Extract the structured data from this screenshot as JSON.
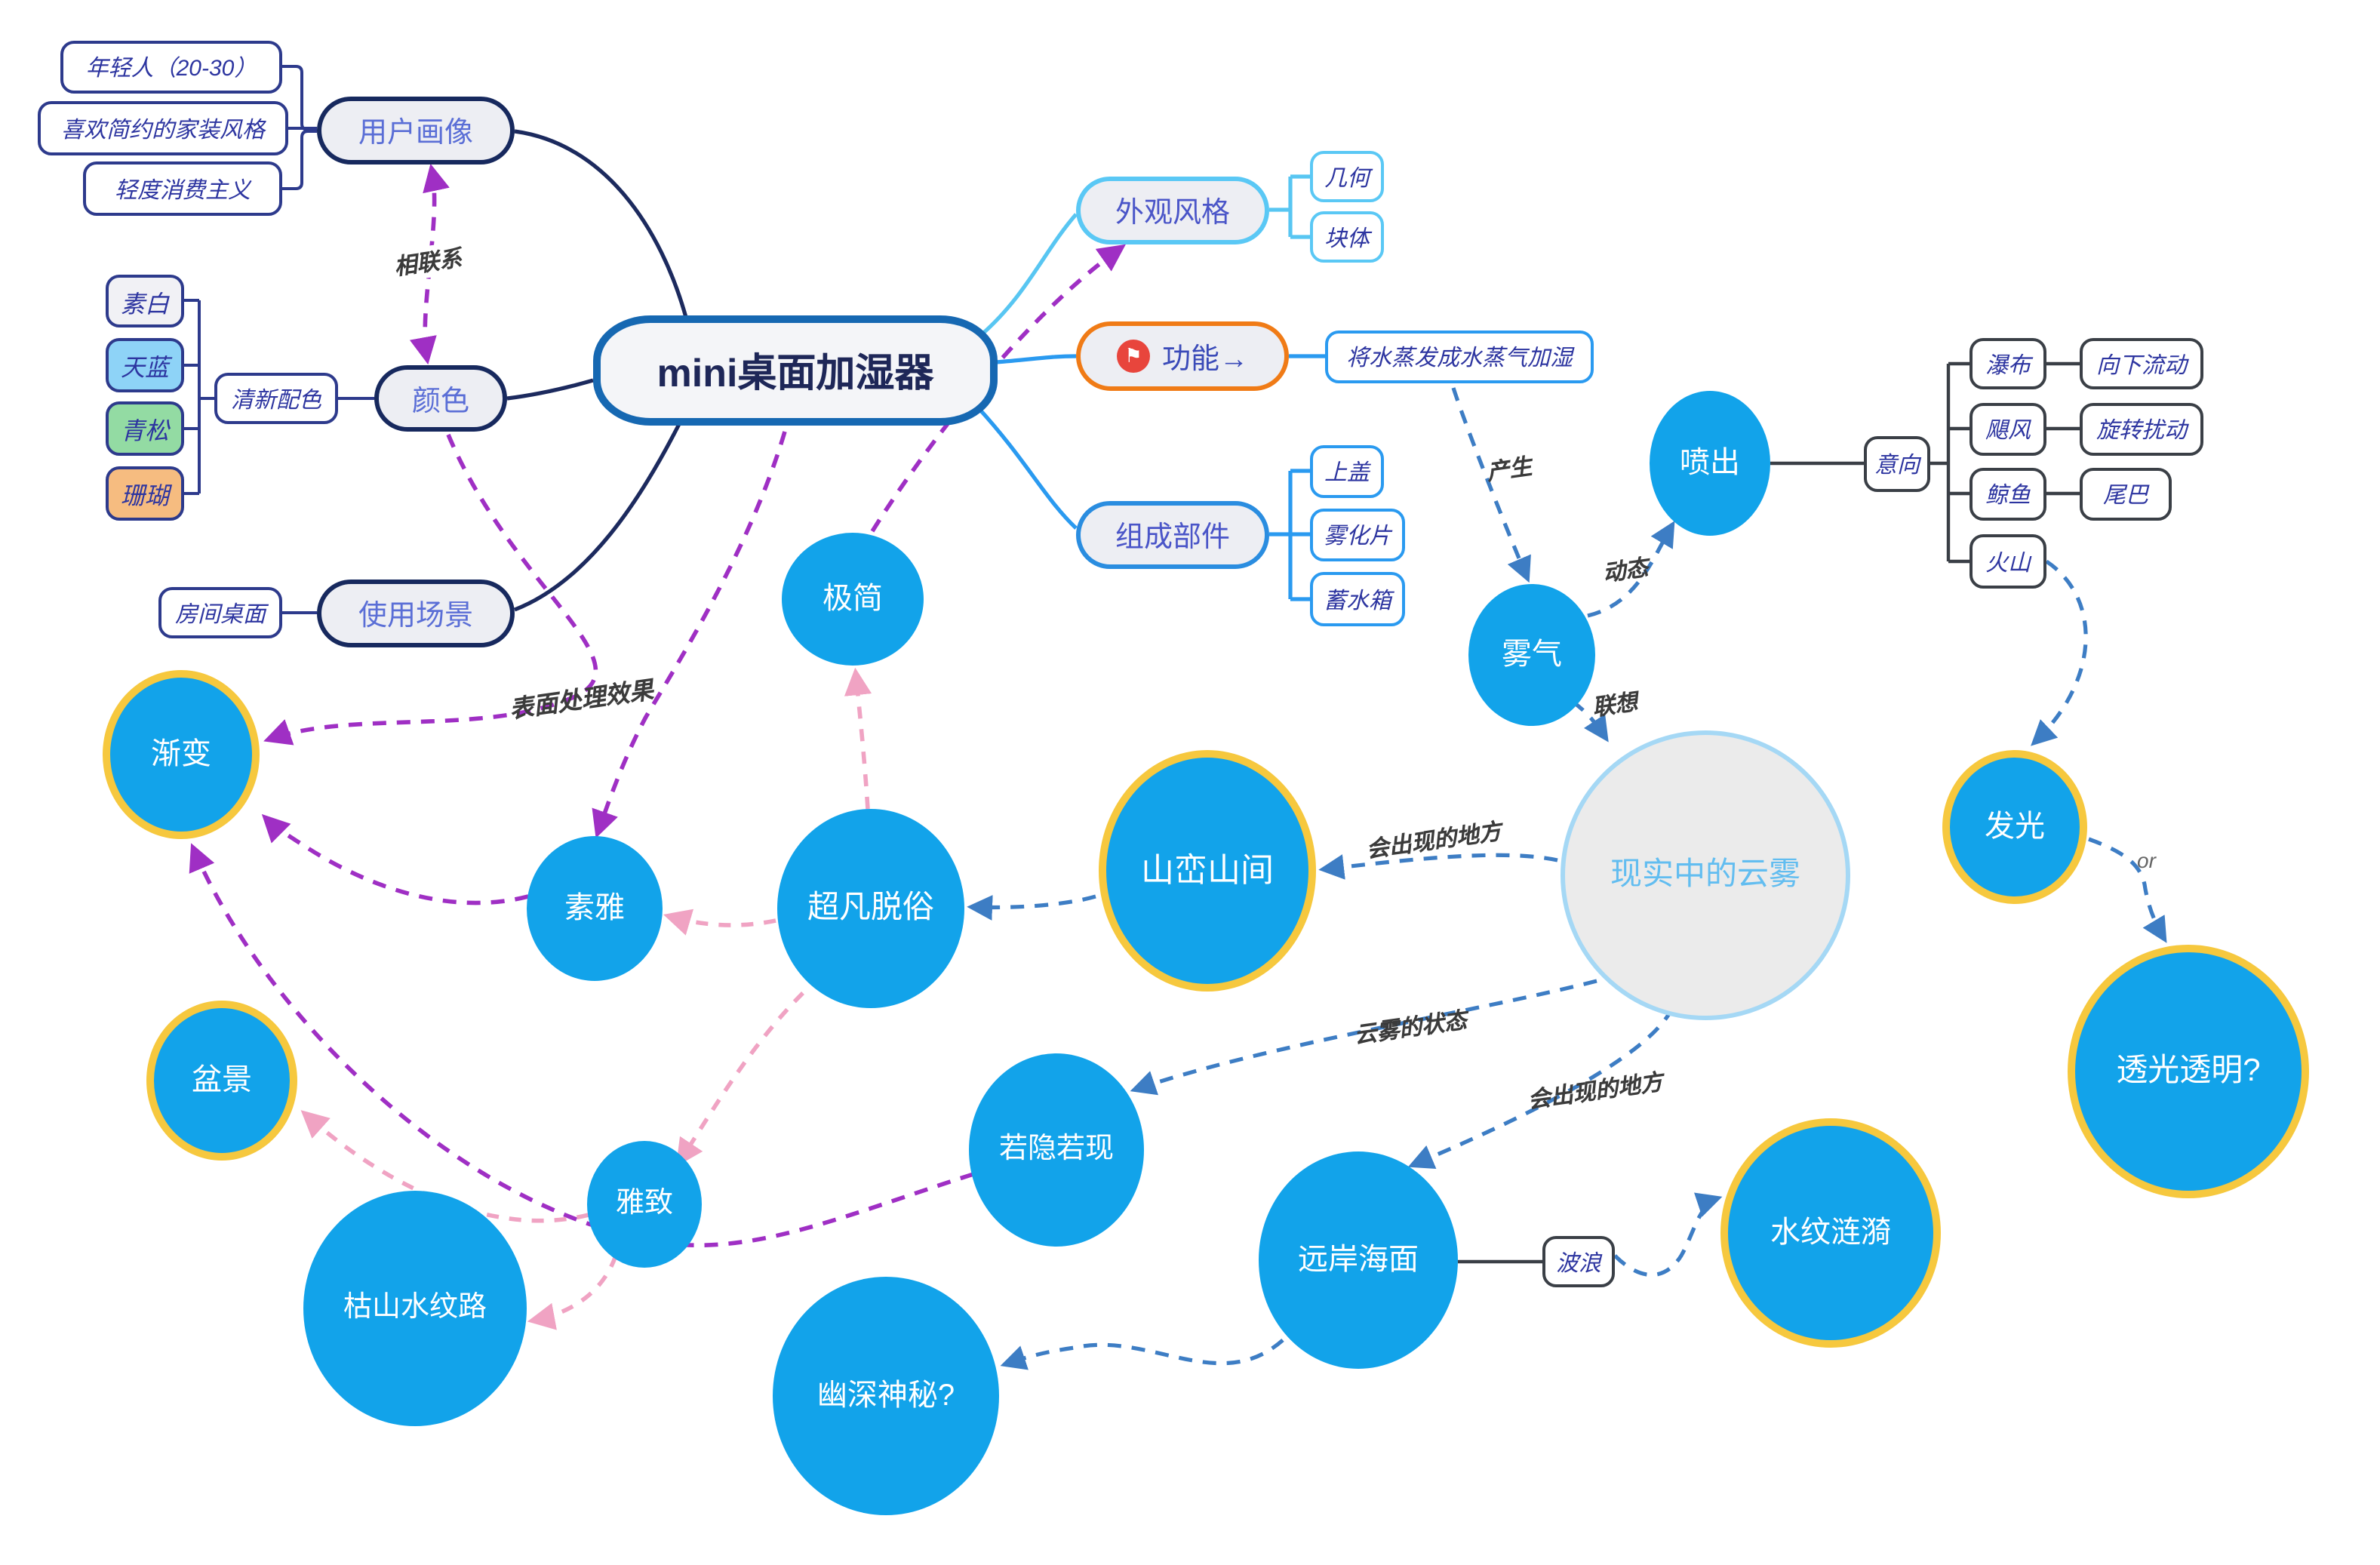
{
  "center": {
    "label": "mini桌面加湿器"
  },
  "left": {
    "user_profile": {
      "label": "用户画像",
      "children": [
        "年轻人（20-30）",
        "喜欢简约的家装风格",
        "轻度消费主义"
      ]
    },
    "color": {
      "label": "颜色",
      "scheme_label": "清新配色",
      "swatches": [
        {
          "label": "素白",
          "bg": "#f1f1f5"
        },
        {
          "label": "天蓝",
          "bg": "#8ed3f7"
        },
        {
          "label": "青松",
          "bg": "#93dba3"
        },
        {
          "label": "珊瑚",
          "bg": "#f6bc80"
        }
      ]
    },
    "scene": {
      "label": "使用场景",
      "children": [
        "房间桌面"
      ]
    }
  },
  "right": {
    "appearance": {
      "label": "外观风格",
      "children": [
        "几何",
        "块体"
      ]
    },
    "function": {
      "label": "功能→",
      "icon": "flag-icon",
      "children": [
        "将水蒸发成水蒸气加湿"
      ]
    },
    "parts": {
      "label": "组成部件",
      "children": [
        "上盖",
        "雾化片",
        "蓄水箱"
      ]
    },
    "intent": {
      "label": "意向",
      "rows": [
        {
          "a": "瀑布",
          "b": "向下流动"
        },
        {
          "a": "飓风",
          "b": "旋转扰动"
        },
        {
          "a": "鲸鱼",
          "b": "尾巴"
        },
        {
          "a": "火山",
          "b": ""
        }
      ]
    },
    "wave": {
      "label": "波浪"
    }
  },
  "bubbles": {
    "jijian": "极简",
    "jianbian": "渐变",
    "suya": "素雅",
    "chaofan": "超凡脱俗",
    "shanluan": "山峦山间",
    "penjing": "盆景",
    "yazhi": "雅致",
    "ruoyin": "若隐若现",
    "kushan": "枯山水纹路",
    "youshen": "幽深神秘?",
    "yuanan": "远岸海面",
    "shuiwen": "水纹涟漪",
    "penchu": "喷出",
    "wuqi": "雾气",
    "faguang": "发光",
    "touguang": "透光透明?",
    "xianshi": "现实中的云雾"
  },
  "edge_labels": {
    "xianglianxi": "相联系",
    "surface": "表面处理效果",
    "chansheng": "产生",
    "dongtai": "动态",
    "lianxiang": "联想",
    "place1": "会出现的地方",
    "state": "云雾的状态",
    "place2": "会出现的地方",
    "or": "or"
  },
  "colors": {
    "bubble_blue": "#12a3ea",
    "gold_ring": "#f6c83e",
    "navy_border": "#17295e",
    "central_border": "#1668b2",
    "sky_border": "#5ac8f5",
    "blue_border": "#2a9af0",
    "orange_border": "#f07b16",
    "purple_link": "#9f2fc4",
    "pink_link": "#f0a3c3",
    "blue_link": "#3d7dc4",
    "swatch_white": "#f1f1f5",
    "swatch_skyblue": "#8ed3f7",
    "swatch_green": "#93dba3",
    "swatch_coral": "#f6bc80",
    "flag_icon_red": "#e8453c"
  }
}
